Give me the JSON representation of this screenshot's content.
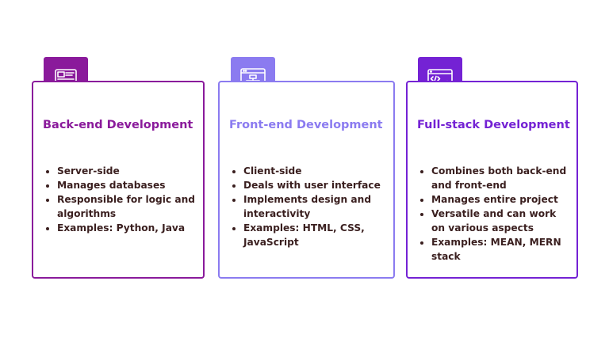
{
  "colors": {
    "backend": "#8a1a9b",
    "frontend": "#8b7bf0",
    "fullstack": "#7422d4",
    "text": "#3a1f1f"
  },
  "cards": [
    {
      "icon": "monitor-code-icon",
      "title": "Back-end Development",
      "items": [
        "Server-side",
        "Manages databases",
        "Responsible for logic and algorithms",
        "Examples: Python, Java"
      ]
    },
    {
      "icon": "browser-sitemap-icon",
      "title": "Front-end Development",
      "items": [
        "Client-side",
        "Deals with user interface",
        "Implements design and interactivity",
        "Examples: HTML, CSS, JavaScript"
      ]
    },
    {
      "icon": "code-window-gauge-icon",
      "title": "Full-stack Development",
      "items": [
        "Combines both back-end and front-end",
        "Manages entire project",
        "Versatile and can work on various aspects",
        "Examples: MEAN, MERN stack"
      ]
    }
  ]
}
